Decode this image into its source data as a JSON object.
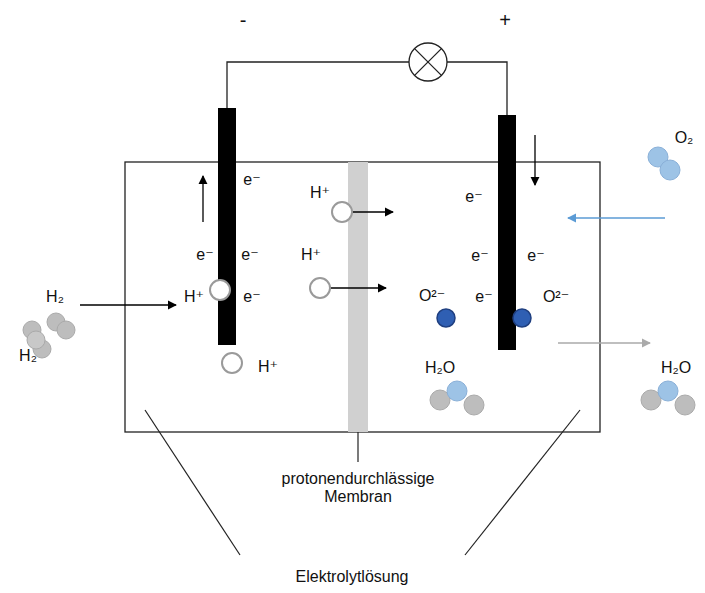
{
  "diagram": {
    "labels": [
      "-",
      "+",
      "O₂",
      "H₂",
      "H₂",
      "e⁻",
      "H⁺",
      "e⁻",
      "e⁻",
      "e⁻",
      "H⁺",
      "e⁻",
      "e⁻",
      "H⁺",
      "e⁻",
      "O²⁻",
      "e⁻",
      "O²⁻",
      "H⁺",
      "H₂O",
      "H₂O",
      "protonendurchlässige Membran",
      "Elektrolytlösung"
    ]
  }
}
